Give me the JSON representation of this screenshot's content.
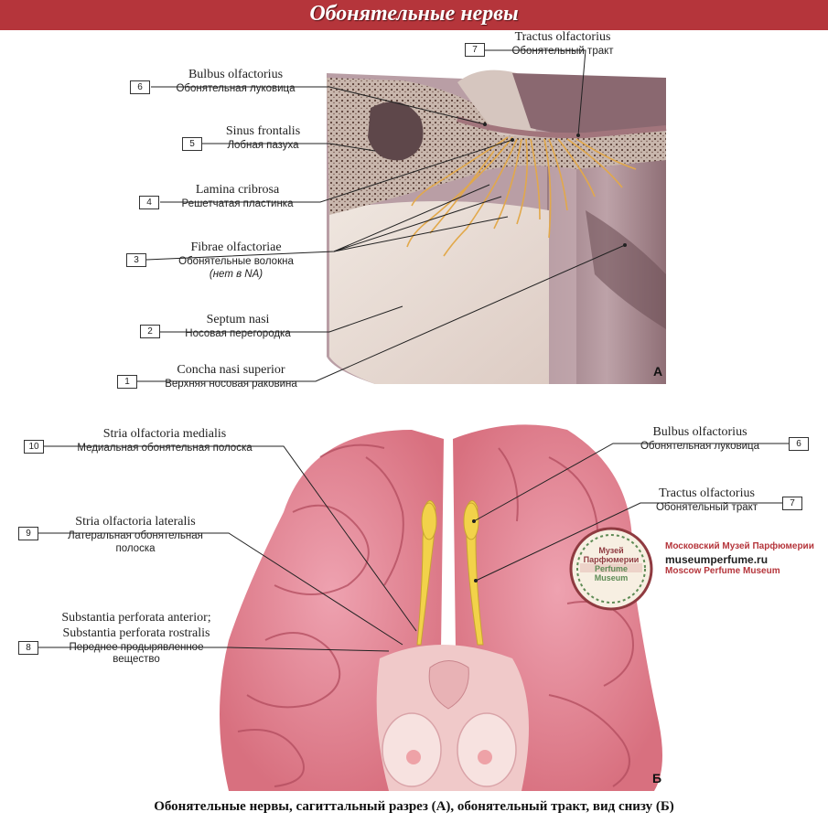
{
  "title": "Обонятельные нервы",
  "caption": "Обонятельные нервы, сагиттальный разрез (А), обонятельный тракт, вид снизу (Б)",
  "panel_a": {
    "letter": "А",
    "labels": [
      {
        "num": "7",
        "latin": "Tractus olfactorius",
        "russian": "Обонятельный тракт"
      },
      {
        "num": "6",
        "latin": "Bulbus olfactorius",
        "russian": "Обонятельная луковица"
      },
      {
        "num": "5",
        "latin": "Sinus frontalis",
        "russian": "Лобная пазуха"
      },
      {
        "num": "4",
        "latin": "Lamina cribrosa",
        "russian": "Решетчатая пластинка"
      },
      {
        "num": "3",
        "latin": "Fibrae olfactoriae",
        "russian": "Обонятельные волокна",
        "note": "(нет в NA)"
      },
      {
        "num": "2",
        "latin": "Septum nasi",
        "russian": "Носовая перегородка"
      },
      {
        "num": "1",
        "latin": "Concha nasi superior",
        "russian": "Верхняя носовая раковина"
      }
    ]
  },
  "panel_b": {
    "letter": "Б",
    "labels": [
      {
        "num": "10",
        "latin": "Stria olfactoria medialis",
        "russian": "Медиальная обонятельная полоска"
      },
      {
        "num": "9",
        "latin": "Stria olfactoria lateralis",
        "russian": "Латеральная обонятельная",
        "russian2": "полоска"
      },
      {
        "num": "8",
        "latin": "Substantia perforata anterior;",
        "latin2": "Substantia perforata rostralis",
        "russian": "Переднее продырявленное",
        "russian2": "вещество"
      },
      {
        "num": "6",
        "latin": "Bulbus olfactorius",
        "russian": "Обонятельная луковица"
      },
      {
        "num": "7",
        "latin": "Tractus olfactorius",
        "russian": "Обонятельный тракт"
      }
    ]
  },
  "watermark": {
    "seal_line1": "Музей",
    "seal_line2": "Парфюмерии",
    "seal_line3": "Perfume",
    "seal_line4": "Museum",
    "line1": "Московский Музей Парфюмерии",
    "line2": "museumperfume.ru",
    "line3": "Moscow Perfume Museum"
  },
  "colors": {
    "banner": "#b5353b",
    "nerve": "#e2a84a",
    "brain": "#e58a9a",
    "tract": "#f2d24a"
  }
}
